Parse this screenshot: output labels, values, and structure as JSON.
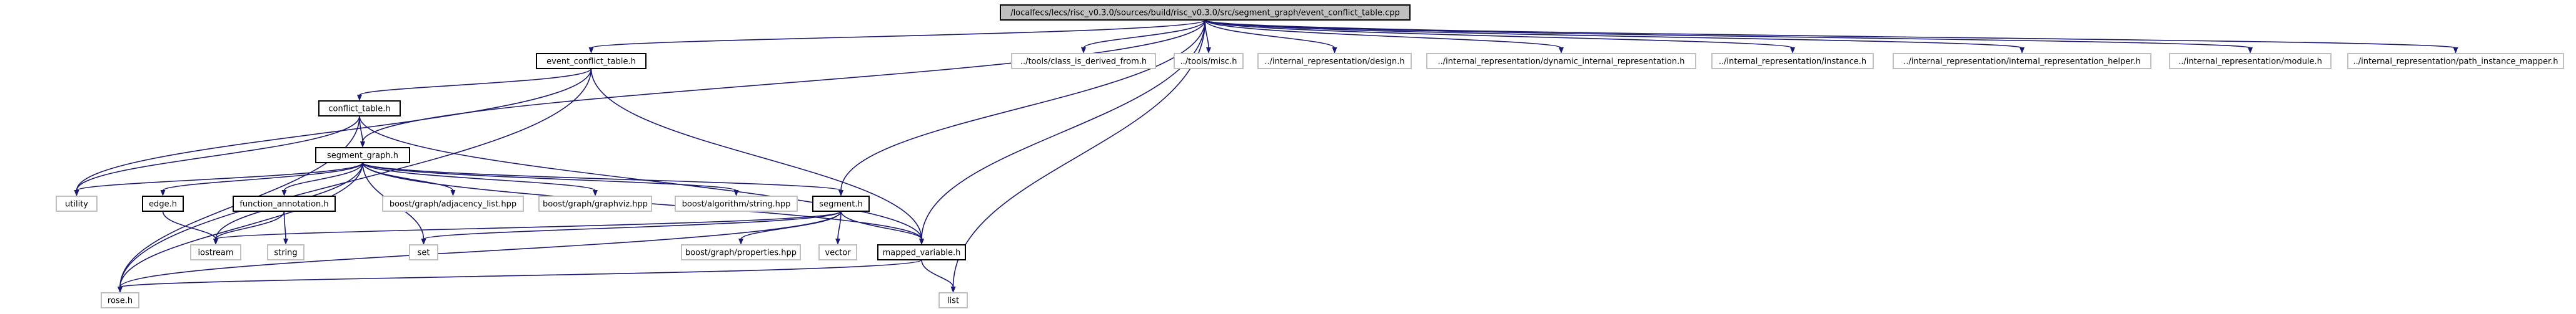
{
  "graph": {
    "nodes": [
      {
        "id": "root",
        "label": "/localfecs/lecs/risc_v0.3.0/sources/build/risc_v0.3.0/src/segment_graph/event_conflict_table.cpp",
        "style": "root"
      },
      {
        "id": "ect_h",
        "label": "event_conflict_table.h",
        "style": "doc"
      },
      {
        "id": "derived",
        "label": "../tools/class_is_derived_from.h",
        "style": "ext"
      },
      {
        "id": "misc",
        "label": "../tools/misc.h",
        "style": "ext"
      },
      {
        "id": "design",
        "label": "../internal_representation/design.h",
        "style": "ext"
      },
      {
        "id": "dir",
        "label": "../internal_representation/dynamic_internal_representation.h",
        "style": "ext"
      },
      {
        "id": "instance",
        "label": "../internal_representation/instance.h",
        "style": "ext"
      },
      {
        "id": "irhelper",
        "label": "../internal_representation/internal_representation_helper.h",
        "style": "ext"
      },
      {
        "id": "module",
        "label": "../internal_representation/module.h",
        "style": "ext"
      },
      {
        "id": "pim",
        "label": "../internal_representation/path_instance_mapper.h",
        "style": "ext"
      },
      {
        "id": "ct_h",
        "label": "conflict_table.h",
        "style": "doc"
      },
      {
        "id": "sg_h",
        "label": "segment_graph.h",
        "style": "doc"
      },
      {
        "id": "utility",
        "label": "utility",
        "style": "ext"
      },
      {
        "id": "edge_h",
        "label": "edge.h",
        "style": "doc"
      },
      {
        "id": "fa_h",
        "label": "function_annotation.h",
        "style": "doc"
      },
      {
        "id": "adj",
        "label": "boost/graph/adjacency_list.hpp",
        "style": "ext"
      },
      {
        "id": "gviz",
        "label": "boost/graph/graphviz.hpp",
        "style": "ext"
      },
      {
        "id": "algo",
        "label": "boost/algorithm/string.hpp",
        "style": "ext"
      },
      {
        "id": "seg_h",
        "label": "segment.h",
        "style": "doc"
      },
      {
        "id": "iostream",
        "label": "iostream",
        "style": "ext"
      },
      {
        "id": "string",
        "label": "string",
        "style": "ext"
      },
      {
        "id": "set",
        "label": "set",
        "style": "ext"
      },
      {
        "id": "props",
        "label": "boost/graph/properties.hpp",
        "style": "ext"
      },
      {
        "id": "vector",
        "label": "vector",
        "style": "ext"
      },
      {
        "id": "mv_h",
        "label": "mapped_variable.h",
        "style": "doc"
      },
      {
        "id": "rose",
        "label": "rose.h",
        "style": "ext"
      },
      {
        "id": "list",
        "label": "list",
        "style": "ext"
      }
    ],
    "edges": [
      {
        "from": "root",
        "to": "ect_h"
      },
      {
        "from": "root",
        "to": "derived"
      },
      {
        "from": "root",
        "to": "misc"
      },
      {
        "from": "root",
        "to": "design"
      },
      {
        "from": "root",
        "to": "dir"
      },
      {
        "from": "root",
        "to": "instance"
      },
      {
        "from": "root",
        "to": "irhelper"
      },
      {
        "from": "root",
        "to": "module"
      },
      {
        "from": "root",
        "to": "pim"
      },
      {
        "from": "root",
        "to": "sg_h"
      },
      {
        "from": "root",
        "to": "seg_h"
      },
      {
        "from": "root",
        "to": "mv_h"
      },
      {
        "from": "root",
        "to": "list"
      },
      {
        "from": "ect_h",
        "to": "ct_h"
      },
      {
        "from": "ect_h",
        "to": "mv_h"
      },
      {
        "from": "ect_h",
        "to": "rose"
      },
      {
        "from": "ect_h",
        "to": "utility"
      },
      {
        "from": "ct_h",
        "to": "sg_h"
      },
      {
        "from": "ct_h",
        "to": "utility"
      },
      {
        "from": "ct_h",
        "to": "mv_h"
      },
      {
        "from": "ct_h",
        "to": "rose"
      },
      {
        "from": "sg_h",
        "to": "utility"
      },
      {
        "from": "sg_h",
        "to": "edge_h"
      },
      {
        "from": "sg_h",
        "to": "fa_h"
      },
      {
        "from": "sg_h",
        "to": "adj"
      },
      {
        "from": "sg_h",
        "to": "gviz"
      },
      {
        "from": "sg_h",
        "to": "algo"
      },
      {
        "from": "sg_h",
        "to": "seg_h"
      },
      {
        "from": "sg_h",
        "to": "set"
      },
      {
        "from": "sg_h",
        "to": "iostream"
      },
      {
        "from": "sg_h",
        "to": "rose"
      },
      {
        "from": "sg_h",
        "to": "mv_h"
      },
      {
        "from": "edge_h",
        "to": "iostream"
      },
      {
        "from": "fa_h",
        "to": "iostream"
      },
      {
        "from": "fa_h",
        "to": "string"
      },
      {
        "from": "seg_h",
        "to": "iostream"
      },
      {
        "from": "seg_h",
        "to": "set"
      },
      {
        "from": "seg_h",
        "to": "props"
      },
      {
        "from": "seg_h",
        "to": "vector"
      },
      {
        "from": "seg_h",
        "to": "mv_h"
      },
      {
        "from": "seg_h",
        "to": "rose"
      },
      {
        "from": "mv_h",
        "to": "rose"
      },
      {
        "from": "mv_h",
        "to": "list"
      }
    ]
  },
  "colors": {
    "edge": "#191970",
    "root_fill": "#bfbfbf",
    "doc_border": "#000000",
    "ext_border": "#bfbfbf",
    "ext_text": "#000000"
  }
}
